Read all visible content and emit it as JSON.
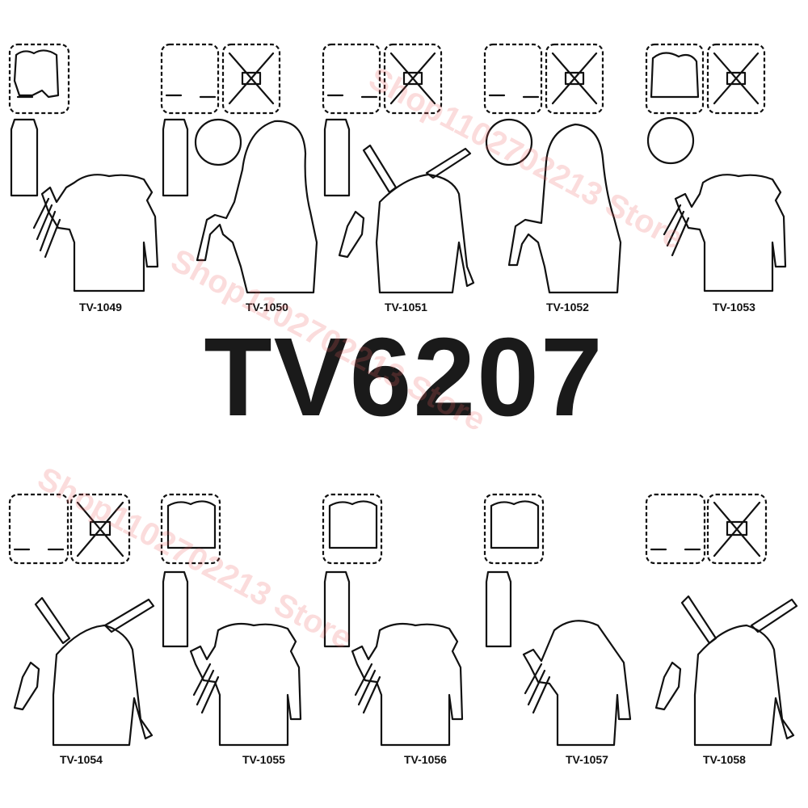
{
  "title": "TV6207",
  "watermark": "Shop1102702213 Store",
  "colors": {
    "ink": "#111111",
    "watermark": "#eb5f5f"
  },
  "figures": [
    {
      "code": "TV-1049",
      "variant": "claws"
    },
    {
      "code": "TV-1050",
      "variant": "longhair-gun"
    },
    {
      "code": "TV-1051",
      "variant": "sword-gun"
    },
    {
      "code": "TV-1052",
      "variant": "hair-gun"
    },
    {
      "code": "TV-1053",
      "variant": "claws"
    },
    {
      "code": "TV-1054",
      "variant": "sword-gun"
    },
    {
      "code": "TV-1055",
      "variant": "claws"
    },
    {
      "code": "TV-1056",
      "variant": "claws"
    },
    {
      "code": "TV-1057",
      "variant": "claws"
    },
    {
      "code": "TV-1058",
      "variant": "sword-gun"
    }
  ]
}
